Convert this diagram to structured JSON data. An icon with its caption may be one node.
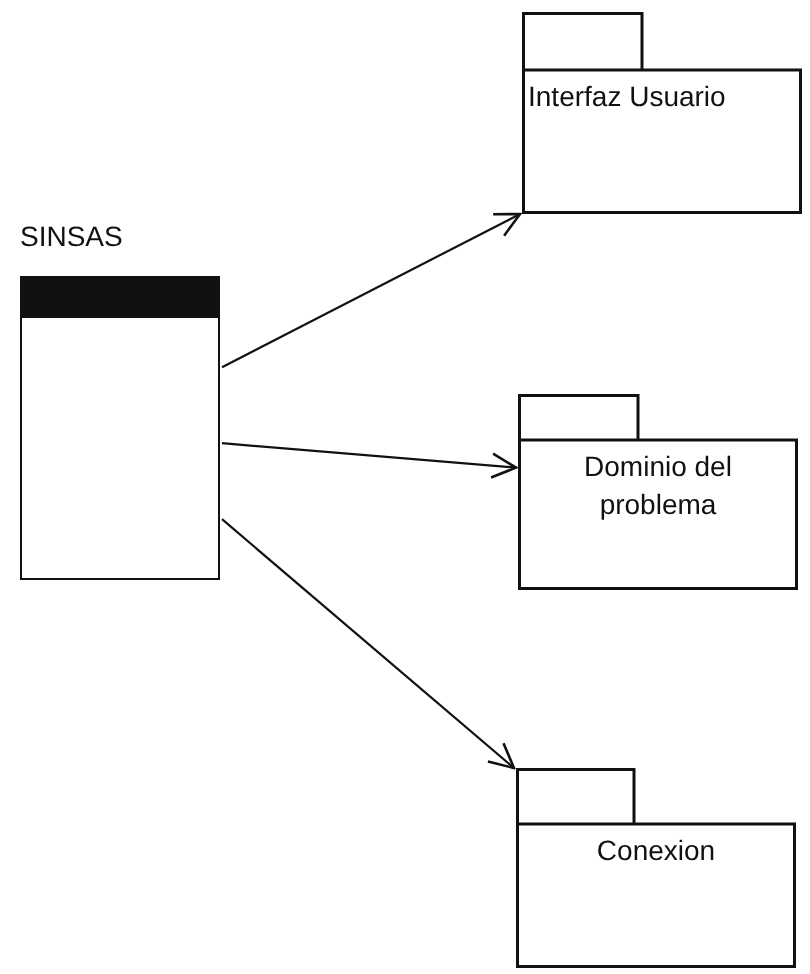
{
  "diagram": {
    "nodes": [
      {
        "text": [
          "SINSAS"
        ]
      },
      {
        "text": [
          "Interfaz Usuario"
        ]
      },
      {
        "text": [
          "Dominio del problema"
        ]
      },
      {
        "text": [
          "Conexion"
        ]
      }
    ],
    "edges": [
      {
        "from": 0,
        "to": 1,
        "arrow": "to"
      },
      {
        "from": 0,
        "to": 2,
        "arrow": "to"
      },
      {
        "from": 0,
        "to": 3,
        "arrow": "to"
      }
    ]
  }
}
